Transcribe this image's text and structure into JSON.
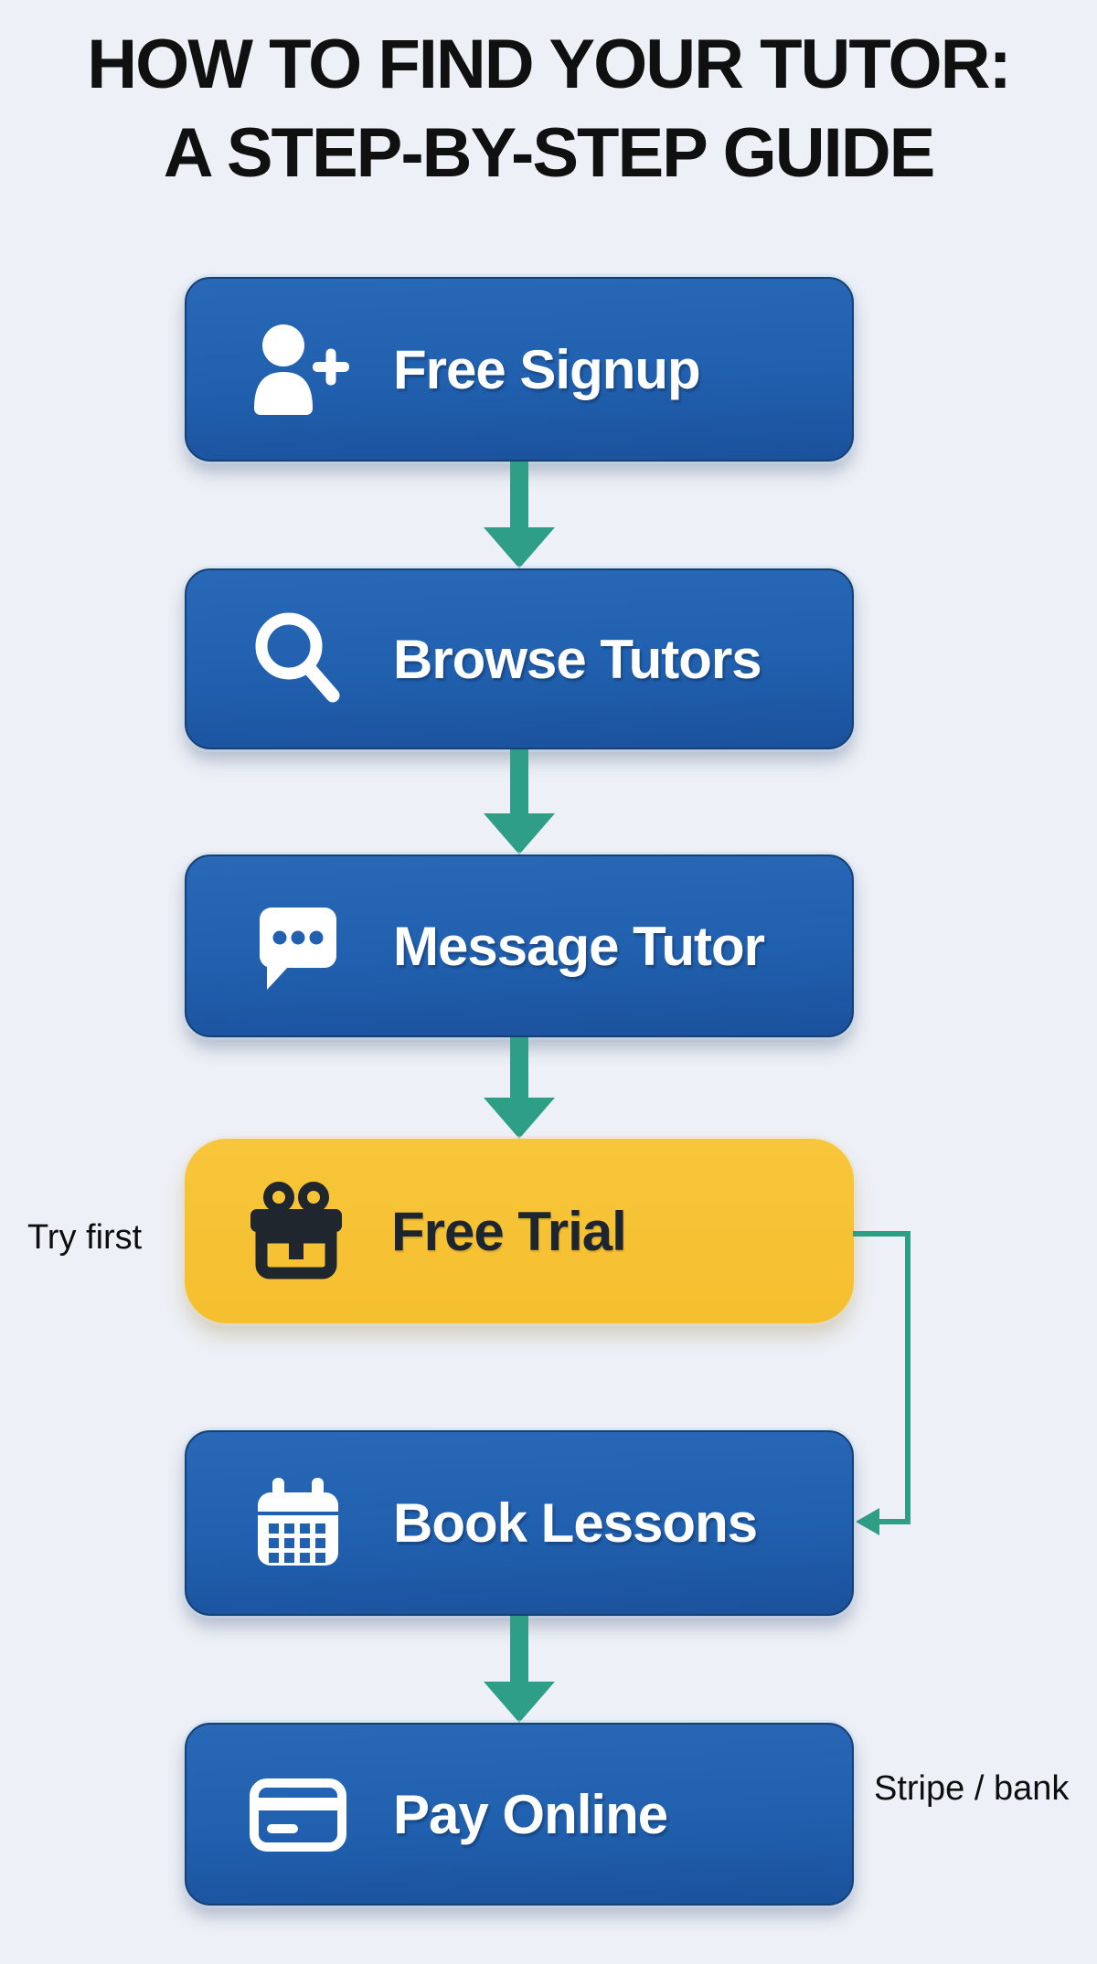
{
  "title": {
    "line1": "HOW TO FIND YOUR TUTOR:",
    "line2": "A STEP-BY-STEP GUIDE"
  },
  "steps": [
    {
      "label": "Free Signup",
      "icon": "user-plus-icon",
      "variant": "blue"
    },
    {
      "label": "Browse Tutors",
      "icon": "search-icon",
      "variant": "blue"
    },
    {
      "label": "Message Tutor",
      "icon": "chat-bubble-icon",
      "variant": "blue"
    },
    {
      "label": "Free Trial",
      "icon": "gift-icon",
      "variant": "yellow"
    },
    {
      "label": "Book Lessons",
      "icon": "calendar-icon",
      "variant": "blue"
    },
    {
      "label": "Pay Online",
      "icon": "credit-card-icon",
      "variant": "blue"
    }
  ],
  "annotations": {
    "free_trial": "Try first",
    "pay_online": "Stripe / bank"
  },
  "colors": {
    "background": "#edf0f6",
    "title": "#101010",
    "box_blue": "#2060ae",
    "box_blue_border": "#16406f",
    "box_yellow": "#f6c233",
    "arrow_teal": "#2f9e87",
    "text_on_blue": "#ffffff",
    "text_on_yellow": "#1d2531"
  }
}
